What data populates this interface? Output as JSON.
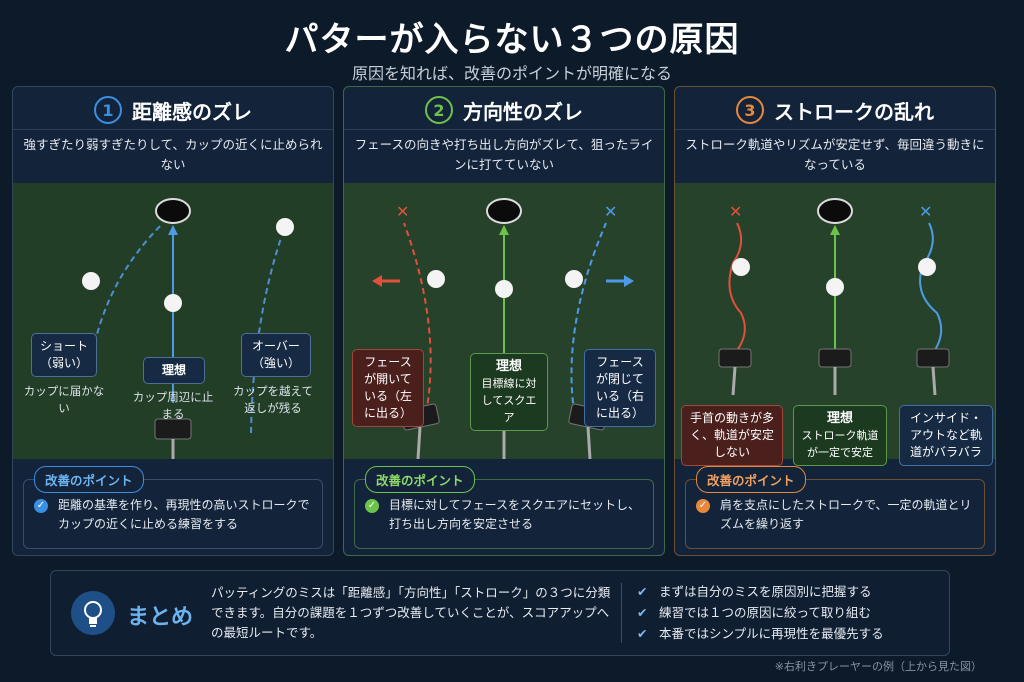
{
  "header": {
    "title": "パターが入らない３つの原因",
    "subtitle": "原因を知れば、改善のポイントが明確になる"
  },
  "panels": [
    {
      "number": "1",
      "title": "距離感のズレ",
      "color": "#3b8fe0",
      "desc": "強すぎたり弱すぎたりして、カップの近くに止められない",
      "labels": {
        "left_title": "ショート（弱い）",
        "left_caption": "カップに届かない",
        "center_title": "理想",
        "center_caption": "カップ周辺に止まる",
        "right_title": "オーバー（強い）",
        "right_caption": "カップを越えて返しが残る"
      },
      "improve_label": "改善のポイント",
      "improve_text": "距離の基準を作り、再現性の高いストロークでカップの近くに止める練習をする"
    },
    {
      "number": "2",
      "title": "方向性のズレ",
      "color": "#6cc24a",
      "desc": "フェースの向きや打ち出し方向がズレて、狙ったラインに打てていない",
      "labels": {
        "left_title": "フェースが開いている（左に出る）",
        "center_title": "理想",
        "center_caption": "目標線に対してスクエア",
        "right_title": "フェースが閉じている（右に出る）"
      },
      "improve_label": "改善のポイント",
      "improve_text": "目標に対してフェースをスクエアにセットし、打ち出し方向を安定させる"
    },
    {
      "number": "3",
      "title": "ストロークの乱れ",
      "color": "#e8883a",
      "desc": "ストローク軌道やリズムが安定せず、毎回違う動きになっている",
      "labels": {
        "left_title": "手首の動きが多く、軌道が安定しない",
        "center_title": "理想",
        "center_caption": "ストローク軌道が一定で安定",
        "right_title": "インサイド・アウトなど軌道がバラバラ"
      },
      "improve_label": "改善のポイント",
      "improve_text": "肩を支点にしたストロークで、一定の軌道とリズムを繰り返す"
    }
  ],
  "summary": {
    "title": "まとめ",
    "text": "パッティングのミスは「距離感」「方向性」「ストローク」の３つに分類できます。自分の課題を１つずつ改善していくことが、スコアアップへの最短ルートです。",
    "points": [
      "まずは自分のミスを原因別に把握する",
      "練習では１つの原因に絞って取り組む",
      "本番ではシンプルに再現性を最優先する"
    ]
  },
  "footnote": "※右利きプレーヤーの例（上から見た図）",
  "colors": {
    "blue": "#3b8fe0",
    "green": "#6cc24a",
    "orange": "#e8883a",
    "red": "#e0503a"
  }
}
